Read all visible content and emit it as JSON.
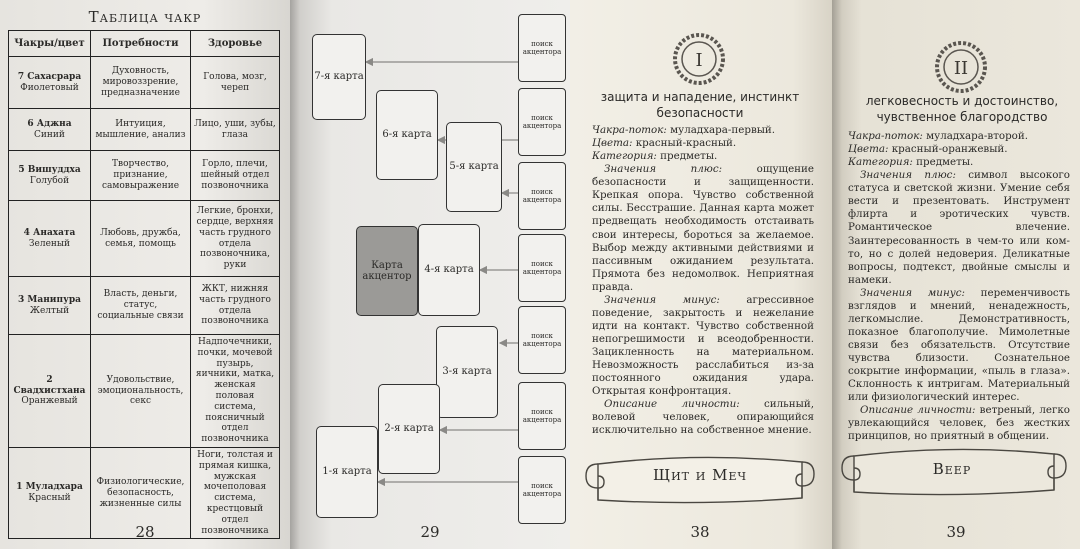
{
  "page28": {
    "title": "Таблица чакр",
    "headers": [
      "Чакры/цвет",
      "Потребности",
      "Здоровье"
    ],
    "rows": [
      {
        "name": "7 Сахасрара",
        "color": "Фиолетовый",
        "needs": "Духовность, мировоззрение, предназначение",
        "health": "Голова, мозг, череп"
      },
      {
        "name": "6 Аджна",
        "color": "Синий",
        "needs": "Интуиция, мышление, анализ",
        "health": "Лицо, уши, зубы, глаза"
      },
      {
        "name": "5 Вишуддха",
        "color": "Голубой",
        "needs": "Творчество, признание, самовыражение",
        "health": "Горло, плечи, шейный отдел позвоночника"
      },
      {
        "name": "4 Анахата",
        "color": "Зеленый",
        "needs": "Любовь, дружба, семья, помощь",
        "health": "Легкие, бронхи, сердце, верхняя часть грудного отдела позвоночника, руки"
      },
      {
        "name": "3 Манипура",
        "color": "Желтый",
        "needs": "Власть, деньги, статус, социальные связи",
        "health": "ЖКТ, нижняя часть грудного отдела позвоночника"
      },
      {
        "name": "2 Свадхистхана",
        "color": "Оранжевый",
        "needs": "Удовольствие, эмоциональность, секс",
        "health": "Надпочечники, почки, мочевой пузырь, яичники, матка, женская половая система, поясничный отдел позвоночника"
      },
      {
        "name": "1 Муладхара",
        "color": "Красный",
        "needs": "Физиологические, безопасность, жизненные силы",
        "health": "Ноги, толстая и прямая кишка, мужская мочеполовая система, крестцовый отдел позвоночника"
      }
    ],
    "page_number": "28"
  },
  "page29": {
    "cards": [
      "7-я карта",
      "6-я карта",
      "5-я карта",
      "4-я карта",
      "3-я карта",
      "2-я карта",
      "1-я карта"
    ],
    "focus_card": "Карта акцентор",
    "side_label": "поиск акцентора",
    "page_number": "29"
  },
  "page38": {
    "numeral": "I",
    "heading": "защита и нападение, инстинкт безопасности",
    "flow_label": "Чакра-поток:",
    "flow_value": " муладхара-первый.",
    "colors_label": "Цвета:",
    "colors_value": " красный-красный.",
    "category_label": "Категория:",
    "category_value": " предметы.",
    "plus_label": "Значения плюс:",
    "plus_value": " ощущение безопасности и защищенности. Крепкая опора. Чувство собственной силы. Бесстрашие. Данная карта может предвещать необходимость отстаивать свои интересы, бороться за желаемое. Выбор между активными действиями и пассивным ожиданием результата. Прямота без недомолвок. Неприятная правда.",
    "minus_label": "Значения минус:",
    "minus_value": " агрессивное поведение, закрытость и нежелание идти на контакт. Чувство собственной непогрешимости и всеодобренности. Зацикленность на материальном. Невозможность расслабиться из-за постоянного ожидания удара. Открытая конфронтация.",
    "person_label": "Описание личности:",
    "person_value": " сильный, волевой человек, опирающийся исключительно на собственное мнение.",
    "scroll_title": "Щит и Меч",
    "page_number": "38"
  },
  "page39": {
    "numeral": "II",
    "heading": "легковесность и достоинство, чувственное благородство",
    "flow_label": "Чакра-поток:",
    "flow_value": " муладхара-второй.",
    "colors_label": "Цвета:",
    "colors_value": " красный-оранжевый.",
    "category_label": "Категория:",
    "category_value": " предметы.",
    "plus_label": "Значения плюс:",
    "plus_value": " символ высокого статуса и светской жизни. Умение себя вести и презентовать. Инструмент флирта и эротических чувств. Романтическое влечение. Заинтересованность в чем-то или ком-то, но с долей недоверия. Деликатные вопросы, подтекст, двойные смыслы и намеки.",
    "minus_label": "Значения минус:",
    "minus_value": " переменчивость взглядов и мнений, ненадежность, легкомыслие. Демонстративность, показное благополучие. Мимолетные связи без обязательств. Отсутствие чувства близости. Сознательное сокрытие информации, «пыль в глаза». Склонность к интригам. Материальный или физиологический интерес.",
    "person_label": "Описание личности:",
    "person_value": " ветреный, легко увлекающийся человек, без жестких принципов, но приятный в общении.",
    "scroll_title": "Веер",
    "page_number": "39"
  }
}
